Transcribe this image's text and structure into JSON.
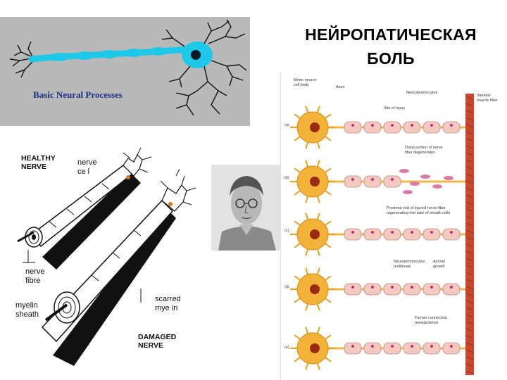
{
  "title": {
    "line1": "НЕЙРОПАТИЧЕСКАЯ",
    "line2": "БОЛЬ"
  },
  "neuron_panel": {
    "caption": "Basic Neural Processes"
  },
  "nerve_diagram": {
    "healthy_label_1": "HEALTHY",
    "healthy_label_2": "NERVE",
    "nerve_cell_1": "nerve",
    "nerve_cell_2": "ce l",
    "nerve_fibre_1": "nerve",
    "nerve_fibre_2": "fibre",
    "myelin_sheath_1": "myelin",
    "myelin_sheath_2": "sheath",
    "scarred_myelin_1": "scarred",
    "scarred_myelin_2": "mye in",
    "damaged_label_1": "DAMAGED",
    "damaged_label_2": "NERVE"
  },
  "regeneration": {
    "motor_neuron": "Motor neuron cell body",
    "axon": "Axon",
    "neurolemmocytes": "Neurolemmocytes",
    "skeletal_muscle": "Skeletal muscle fiber",
    "site_of_injury": "Site of injury",
    "distal_portion": "Distal portion of nerve fiber degenerates",
    "proximal_end": "Proximal end of injured nerve fiber regenerating into tube of sheath cells",
    "neurolemmocytes_proliferate": "Neurolemmocytes proliferate",
    "axonal_growth": "Axonal growth",
    "former_connection": "Former connection reestablished",
    "panel_a": "(a)",
    "panel_b": "(b)",
    "panel_c": "(c)",
    "panel_d": "(d)",
    "panel_e": "(e)"
  }
}
